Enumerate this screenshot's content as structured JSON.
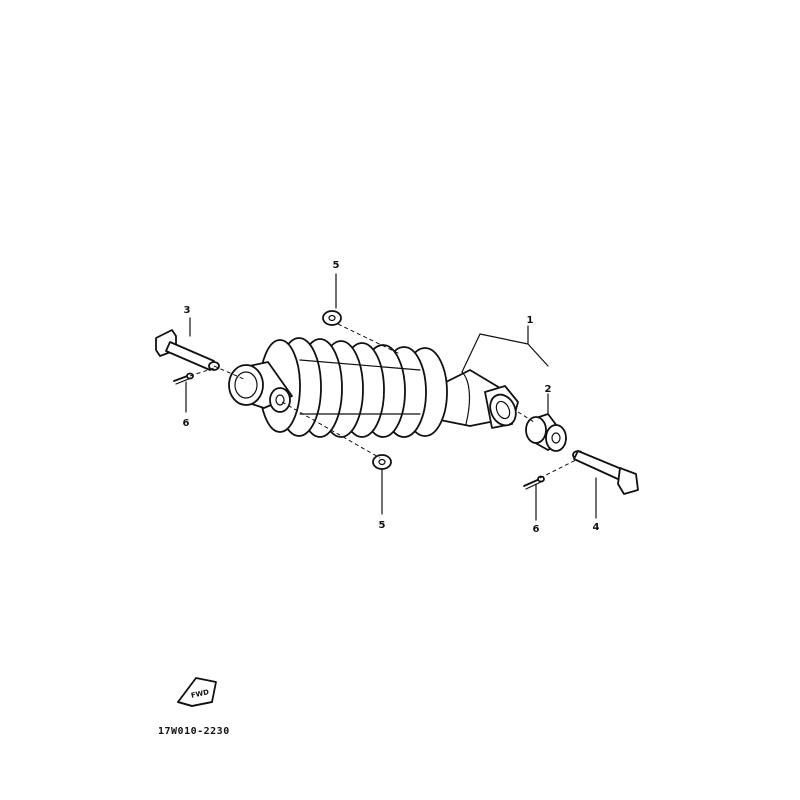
{
  "diagram": {
    "callouts": {
      "c1": "1",
      "c2": "2",
      "c3": "3",
      "c4": "4",
      "c5a": "5",
      "c5b": "5",
      "c6a": "6",
      "c6b": "6"
    },
    "fwd_label": "FWD",
    "figure_code": "17W010-2230"
  }
}
